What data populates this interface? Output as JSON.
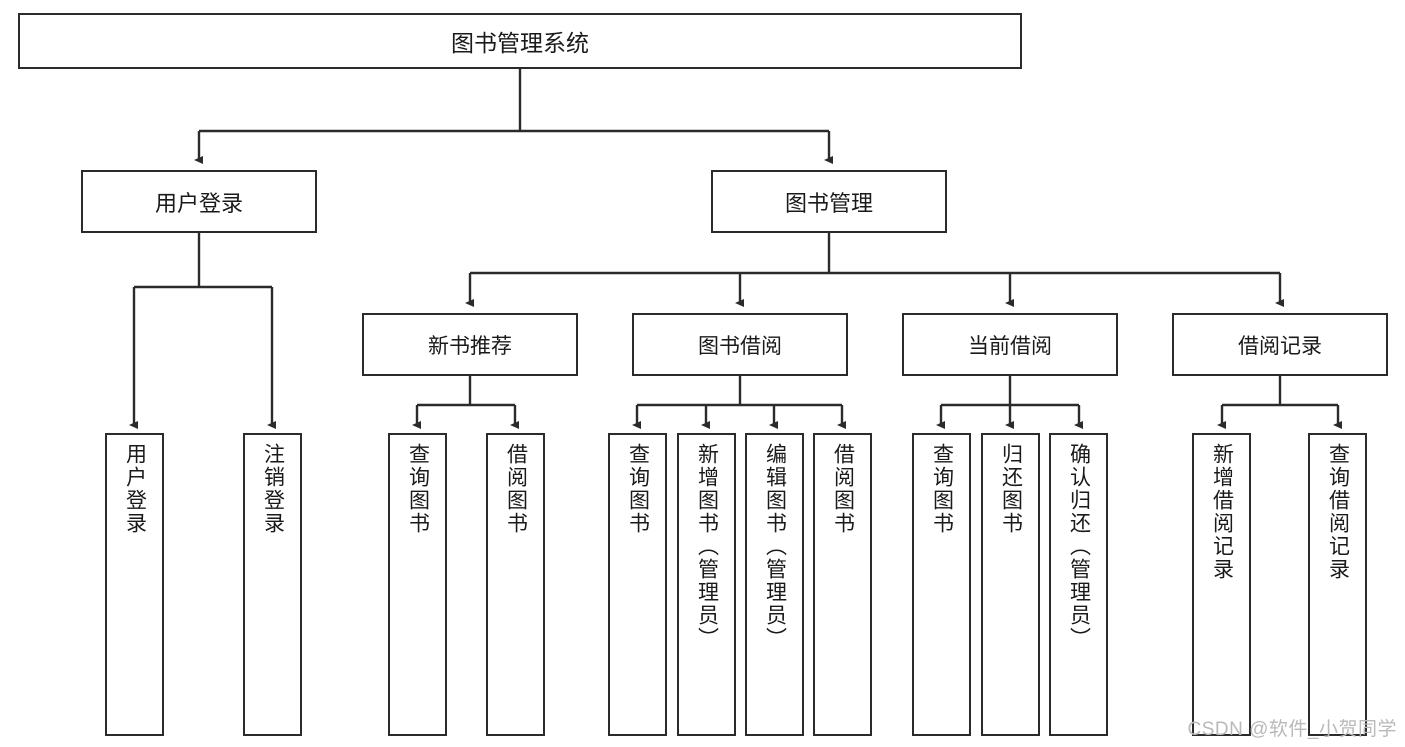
{
  "diagram": {
    "title": "图书管理系统",
    "watermark": "CSDN @软件_小贺同学",
    "line_color": "#2b2b2b",
    "box_border_color": "#2b2b2b",
    "background": "#ffffff",
    "root": {
      "label": "图书管理系统"
    },
    "level2": [
      {
        "label": "用户登录"
      },
      {
        "label": "图书管理"
      }
    ],
    "level3": [
      {
        "label": "新书推荐"
      },
      {
        "label": "图书借阅"
      },
      {
        "label": "当前借阅"
      },
      {
        "label": "借阅记录"
      }
    ],
    "leaves": [
      {
        "label": "用户登录"
      },
      {
        "label": "注销登录"
      },
      {
        "label": "查询图书"
      },
      {
        "label": "借阅图书"
      },
      {
        "label": "查询图书"
      },
      {
        "label": "新增图书（管理员）"
      },
      {
        "label": "编辑图书（管理员）"
      },
      {
        "label": "借阅图书"
      },
      {
        "label": "查询图书"
      },
      {
        "label": "归还图书"
      },
      {
        "label": "确认归还（管理员）"
      },
      {
        "label": "新增借阅记录"
      },
      {
        "label": "查询借阅记录"
      }
    ]
  }
}
